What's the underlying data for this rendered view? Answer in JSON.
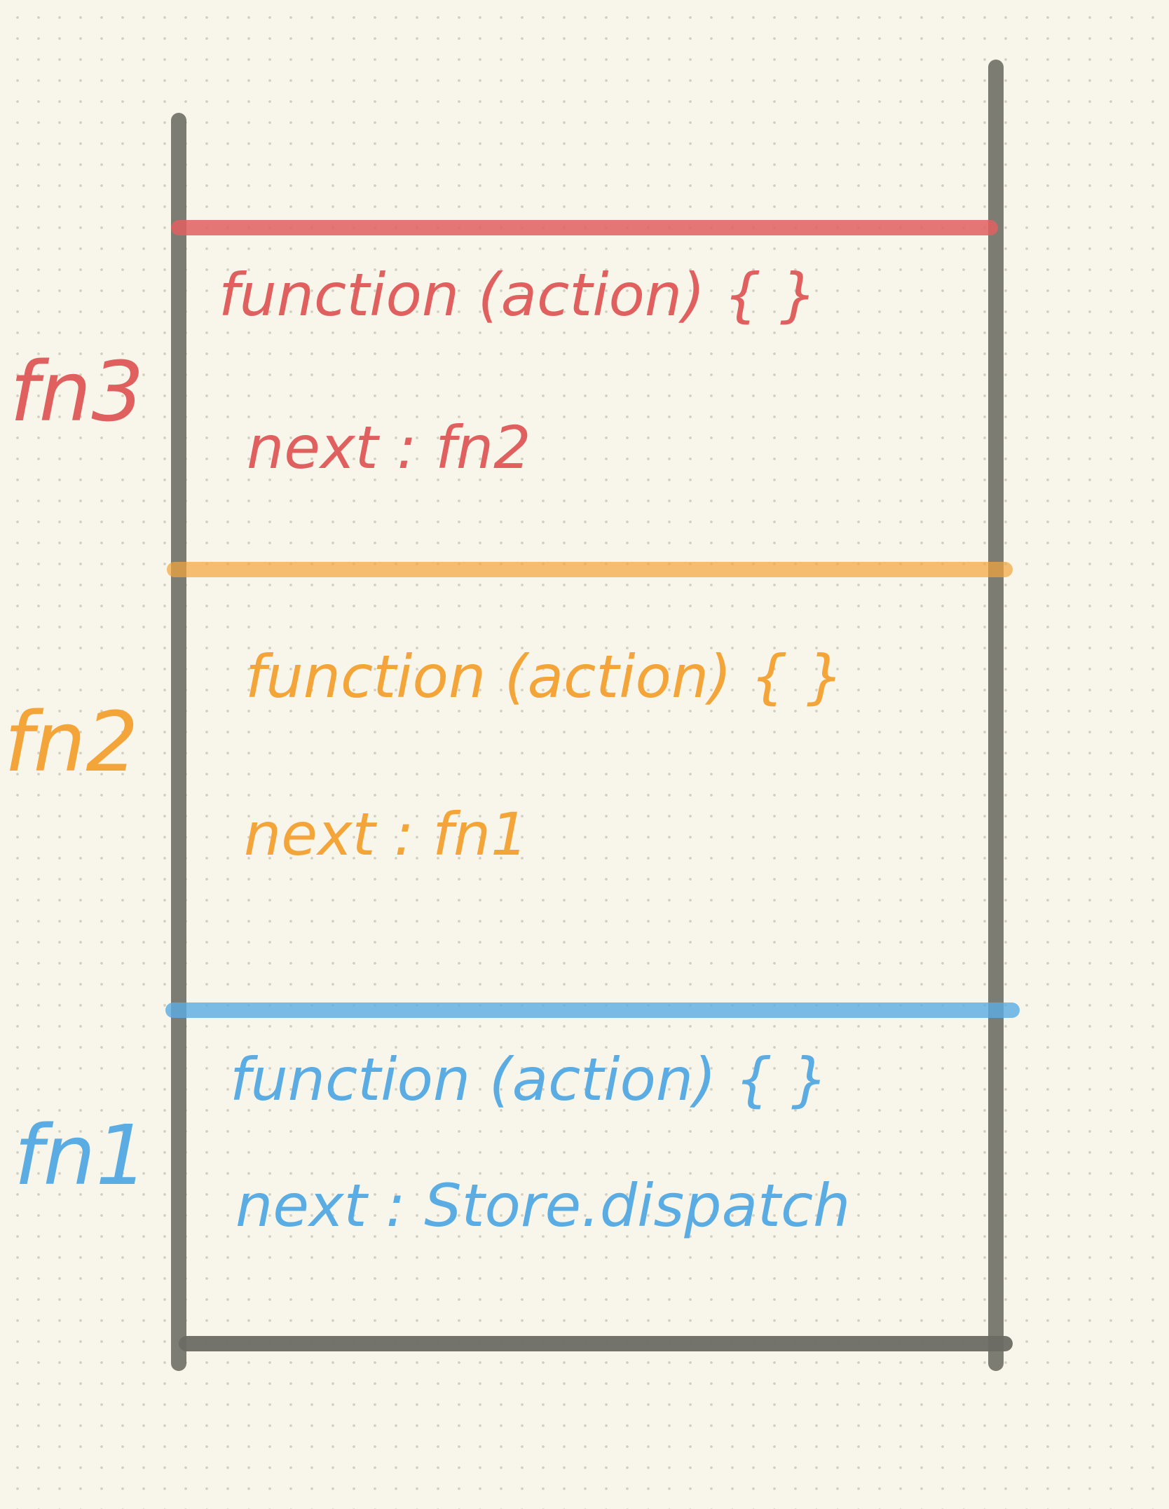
{
  "colors": {
    "background": "#f8f6ea",
    "stack_border": "#76756d",
    "fn3": "#e06060",
    "fn2": "#f3a53a",
    "fn1": "#5aace3"
  },
  "frames": {
    "fn3": {
      "label": "fn3",
      "signature": "function (action) { }",
      "next": "next : fn2"
    },
    "fn2": {
      "label": "fn2",
      "signature": "function (action) { }",
      "next": "next : fn1"
    },
    "fn1": {
      "label": "fn1",
      "signature": "function (action) {  }",
      "next": "next : Store.dispatch"
    }
  }
}
